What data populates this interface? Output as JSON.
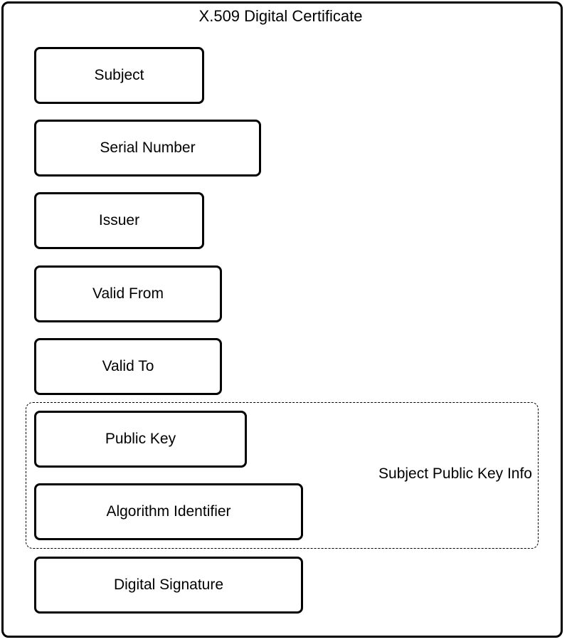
{
  "certificate": {
    "title": "X.509 Digital Certificate",
    "fields": {
      "subject": "Subject",
      "serial_number": "Serial Number",
      "issuer": "Issuer",
      "valid_from": "Valid From",
      "valid_to": "Valid To",
      "public_key": "Public Key",
      "algorithm_identifier": "Algorithm Identifier",
      "digital_signature": "Digital Signature"
    },
    "group": {
      "label": "Subject Public Key Info"
    }
  }
}
